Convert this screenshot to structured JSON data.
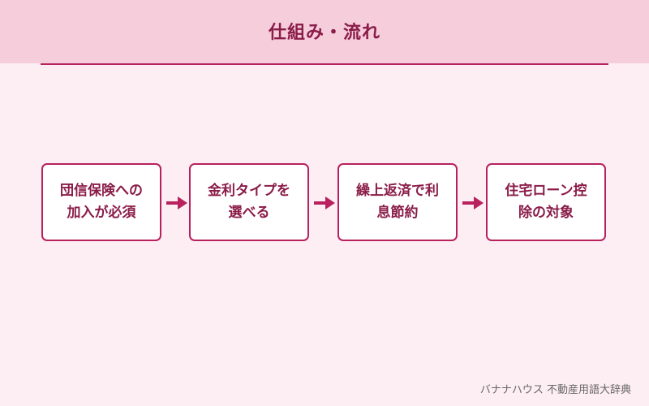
{
  "header": {
    "title": "仕組み・流れ"
  },
  "steps": [
    {
      "label": "団信保険への加入が必須"
    },
    {
      "label": "金利タイプを選べる"
    },
    {
      "label": "繰上返済で利息節約"
    },
    {
      "label": "住宅ローン控除の対象"
    }
  ],
  "footer": {
    "credit": "バナナハウス 不動産用語大辞典"
  },
  "colors": {
    "accent": "#b8215e",
    "text": "#8a1c48",
    "header_bg": "#f6cddb",
    "page_bg": "#fdeef3"
  }
}
